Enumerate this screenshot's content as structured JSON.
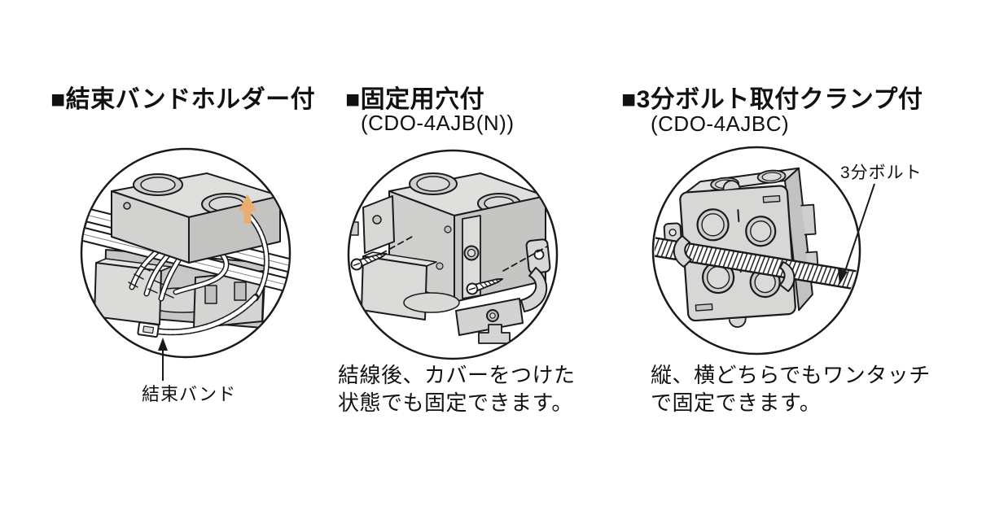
{
  "figure": {
    "language": "ja",
    "colors": {
      "background": "#ffffff",
      "line": "#1a1a1a",
      "box_gray_light": "#dedede",
      "box_gray": "#d4d4d2",
      "box_gray_dark": "#c3c3c1",
      "accent_arrow_orange": "#e9ae6c"
    },
    "panels": [
      {
        "id": "tie-holder",
        "heading": "■結束バンドホルダー付",
        "code": "",
        "callout": "結束バンド",
        "caption_lines": []
      },
      {
        "id": "fixing-holes",
        "heading": "■固定用穴付",
        "code": "(CDO-4AJB(N))",
        "callout": "",
        "caption_lines": [
          "結線後、カバーをつけた",
          "状態でも固定できます。"
        ]
      },
      {
        "id": "bolt-clamp",
        "heading": "■3分ボルト取付クランプ付",
        "code": "(CDO-4AJBC)",
        "callout": "3分ボルト",
        "caption_lines": [
          "縦、横どちらでもワンタッチ",
          "で固定できます。"
        ]
      }
    ]
  }
}
